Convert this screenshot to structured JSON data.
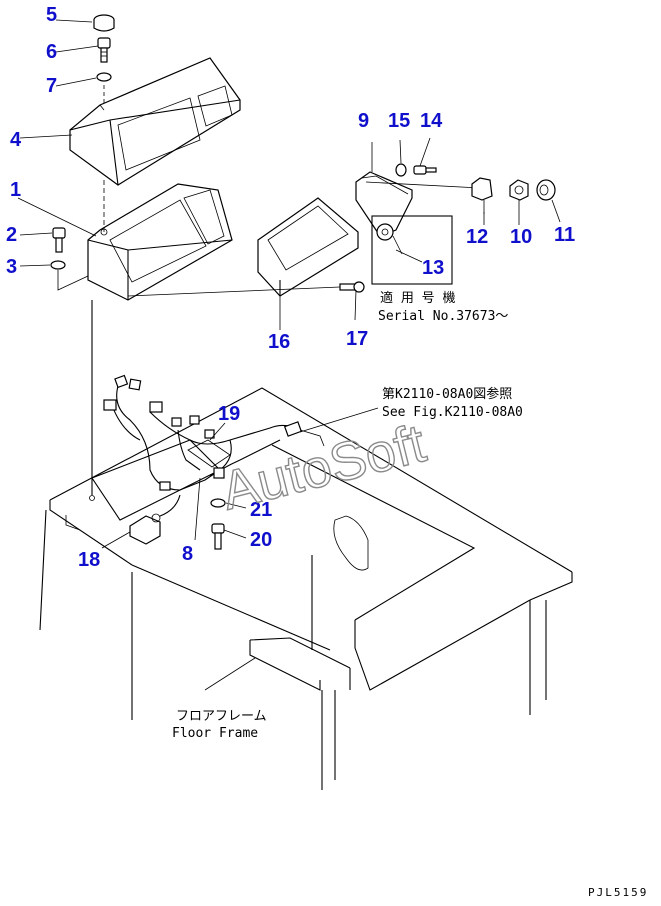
{
  "colors": {
    "callout": "#1010cc",
    "line": "#000000",
    "watermark": "#8a8a8a"
  },
  "callouts": {
    "n1": "1",
    "n2": "2",
    "n3": "3",
    "n4": "4",
    "n5": "5",
    "n6": "6",
    "n7": "7",
    "n8": "8",
    "n9": "9",
    "n10": "10",
    "n11": "11",
    "n12": "12",
    "n13": "13",
    "n14": "14",
    "n15": "15",
    "n16": "16",
    "n17": "17",
    "n18": "18",
    "n19": "19",
    "n20": "20",
    "n21": "21"
  },
  "notes": {
    "serial_jp": "適 用 号 機",
    "serial_en": "Serial No.37673～",
    "ref_jp": "第K2110-08A0図参照",
    "ref_en": "See Fig.K2110-08A0",
    "floor_jp": "フロアフレーム",
    "floor_en": "Floor Frame"
  },
  "watermark": "AutoSoft",
  "drawing_code": "PJL5159"
}
